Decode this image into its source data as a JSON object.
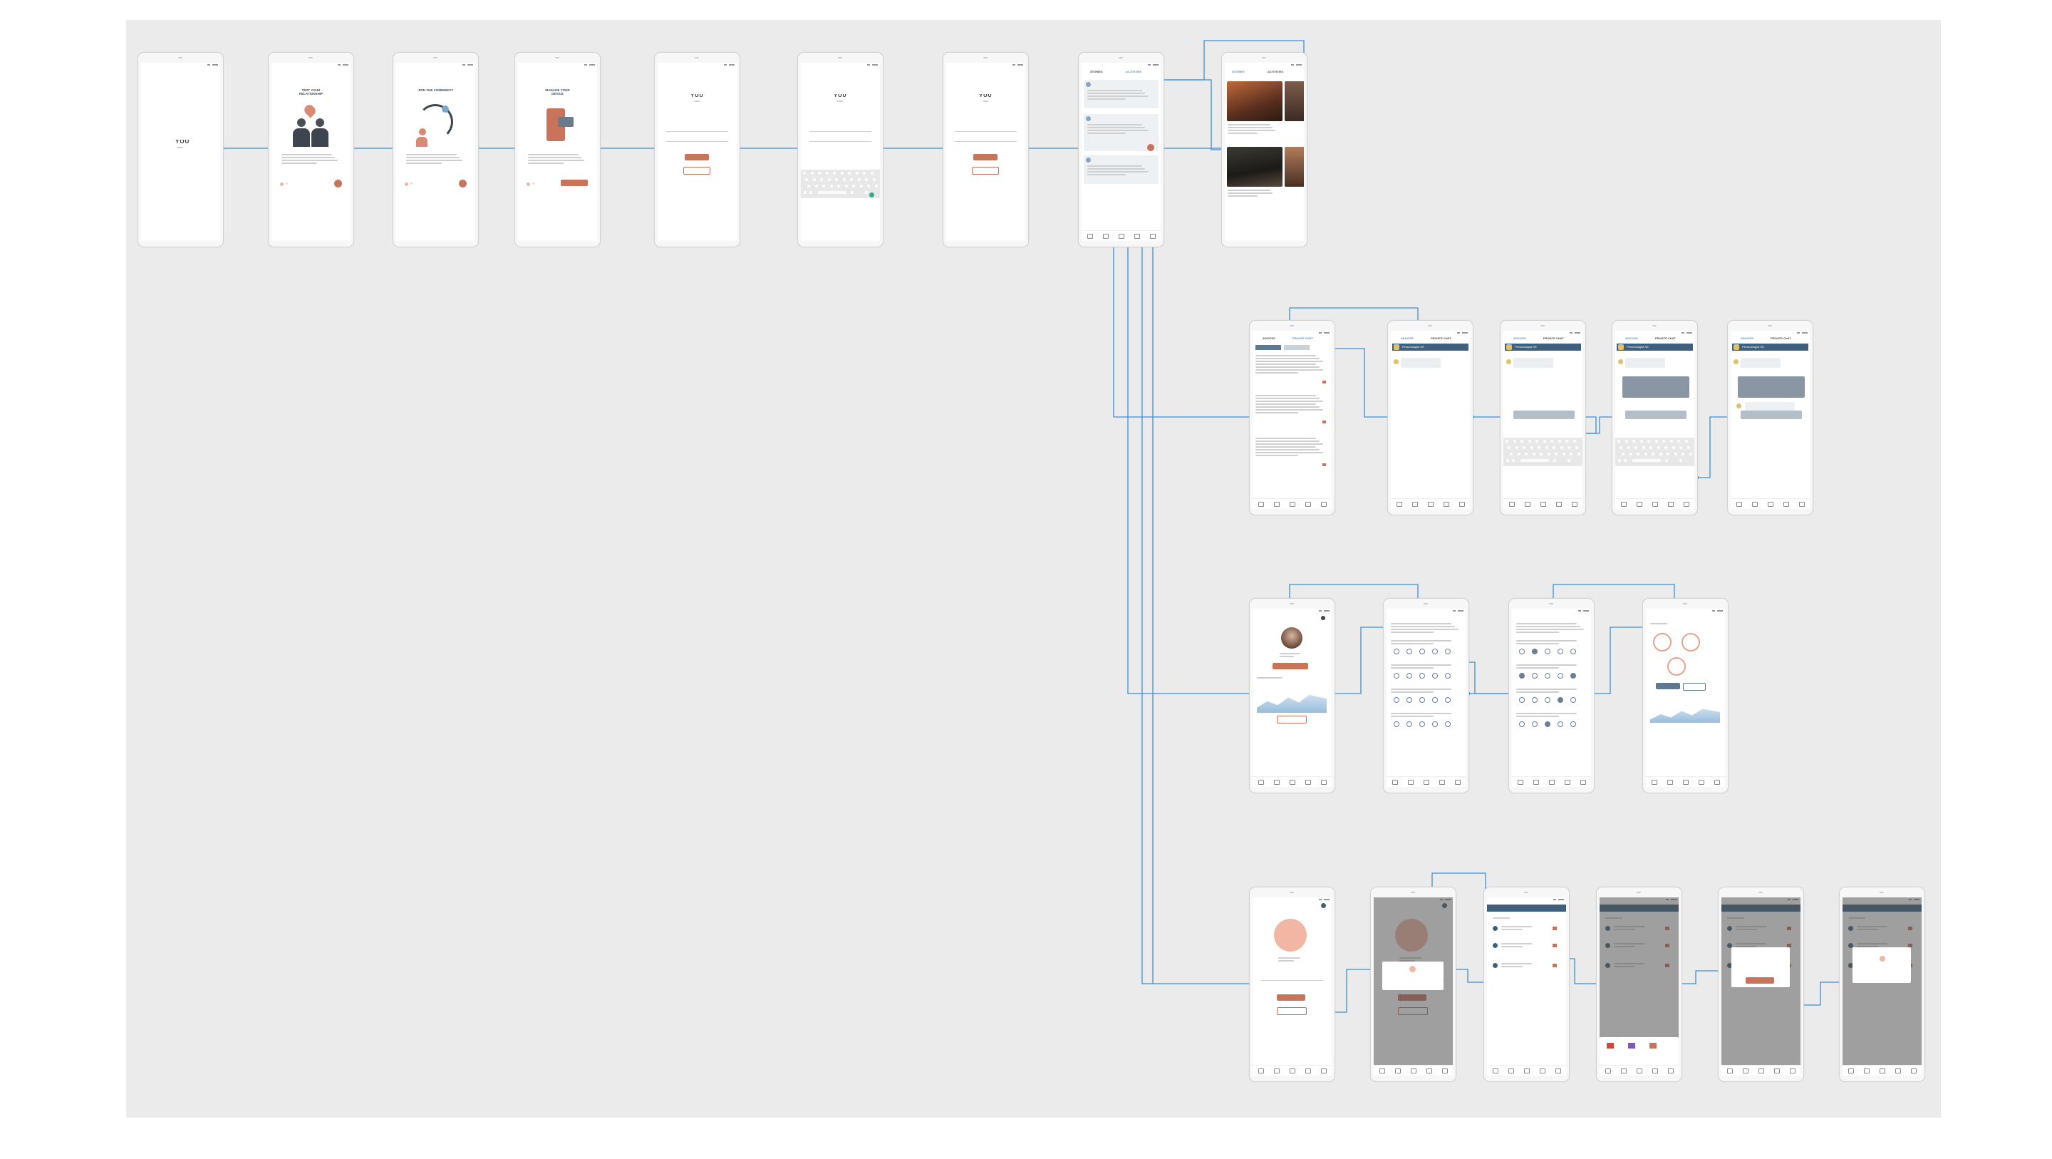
{
  "app": {
    "logo_text": "YOU",
    "logo_sub": "FIRST"
  },
  "onboarding": {
    "test_title": "TEST YOUR RELATIONSHIP",
    "join_title": "JOIN THE COMMUNITY",
    "manage_title": "MANAGE YOUR DEVICE"
  },
  "community": {
    "tab_stories": "STORIES",
    "tab_activities": "ACTIVITIES",
    "tab_advices": "ADVICES",
    "tab_private": "PRIVATE CHAT"
  },
  "chat": {
    "contact": "Personologist SS"
  },
  "colors": {
    "accent": "#c8735a",
    "link": "#3b8fd8",
    "header": "#3f5f7e",
    "canvas": "#ebebeb"
  }
}
